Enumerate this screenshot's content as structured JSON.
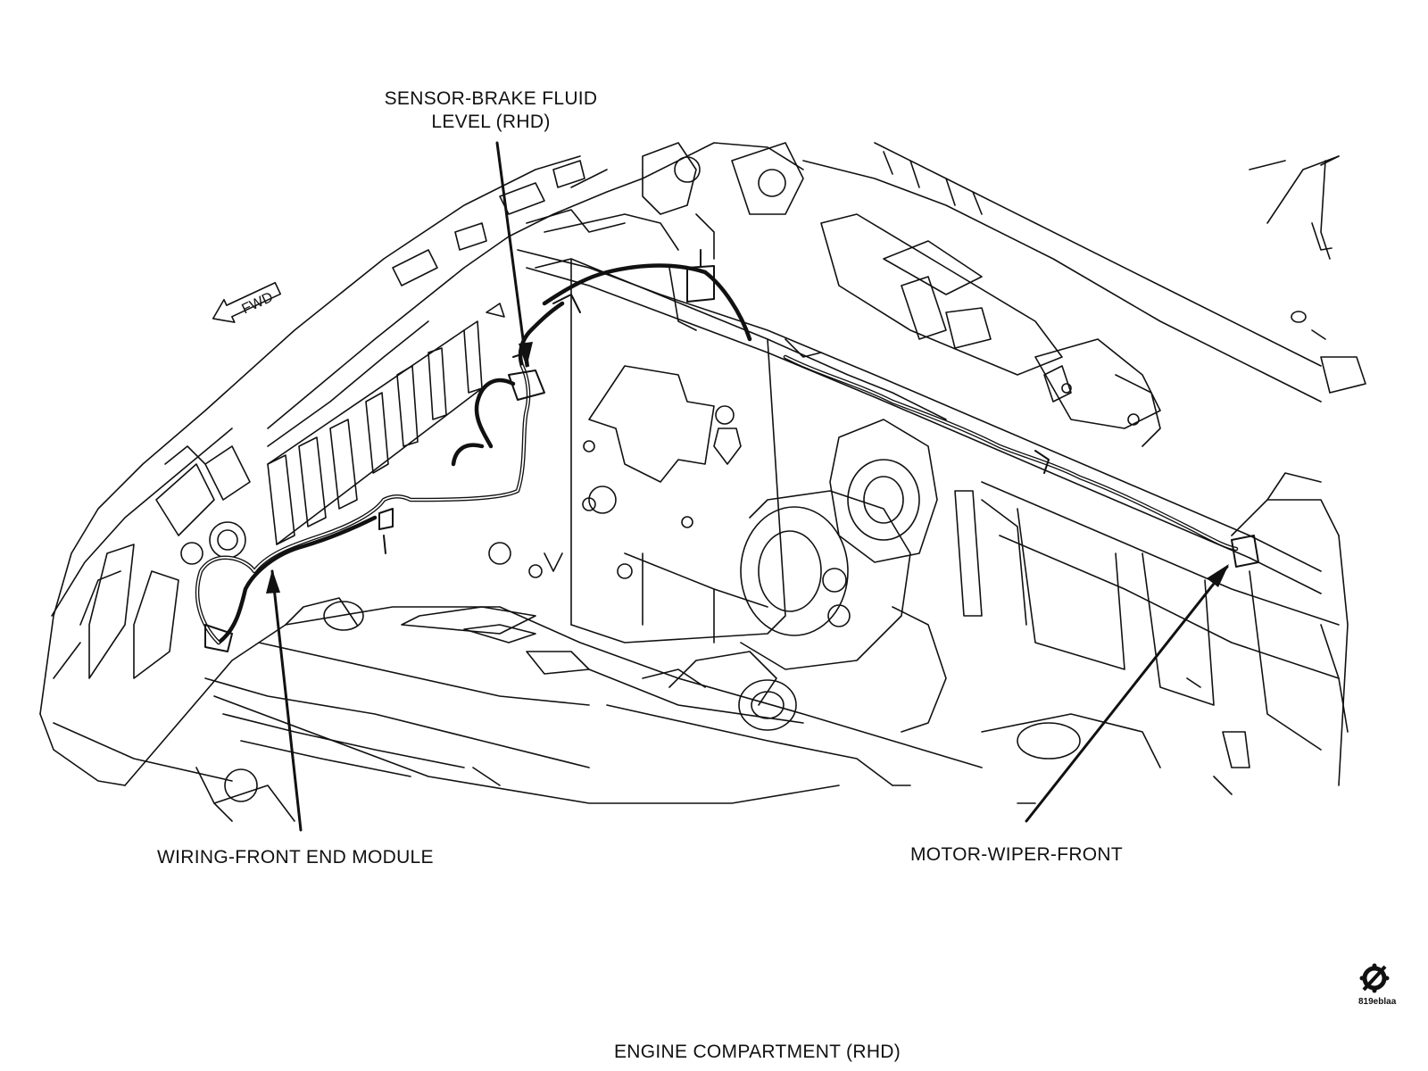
{
  "labels": {
    "brake_sensor_line1": "SENSOR-BRAKE FLUID",
    "brake_sensor_line2": "LEVEL (RHD)",
    "wiring_front_end": "WIRING-FRONT END MODULE",
    "motor_wiper": "MOTOR-WIPER-FRONT",
    "caption": "ENGINE COMPARTMENT (RHD)",
    "fwd_arrow": "FWD",
    "figure_id": "819eblaa"
  },
  "icons": {
    "corner_symbol": "circle-slash-gear-icon"
  },
  "colors": {
    "line": "#111111",
    "background": "#ffffff"
  }
}
